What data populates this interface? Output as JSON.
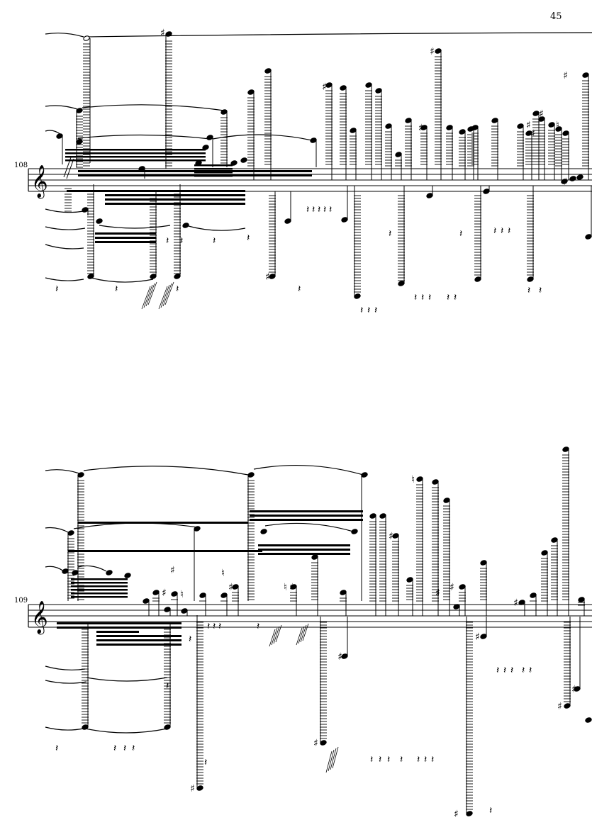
{
  "page": {
    "number": "45"
  },
  "systems": [
    {
      "measure_number": "108",
      "clef": "treble"
    },
    {
      "measure_number": "109",
      "clef": "treble"
    }
  ],
  "colors": {
    "ink": "#000000",
    "paper": "#ffffff"
  }
}
